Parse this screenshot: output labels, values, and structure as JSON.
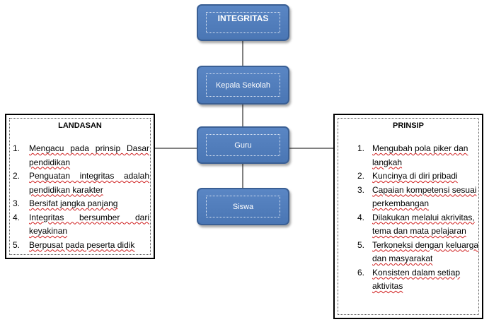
{
  "colors": {
    "node_fill": "#4f7cbd",
    "node_border": "#3a5f94",
    "node_text": "#ffffff",
    "connector": "#000000",
    "spellcheck_underline": "#d02020"
  },
  "chain": {
    "integritas": "INTEGRITAS",
    "kepala_sekolah": "Kepala Sekolah",
    "guru": "Guru",
    "siswa": "Siswa"
  },
  "landasan": {
    "title": "LANDASAN",
    "items": [
      {
        "num": "1.",
        "text": "Mengacu pada prinsip  Dasar pendidikan"
      },
      {
        "num": "2.",
        "text": "Penguatan integritas adalah pendidikan  karakter"
      },
      {
        "num": "3.",
        "text": "Bersifat jangka panjang"
      },
      {
        "num": "4.",
        "text": "Integritas  bersumber  dari keyakinan"
      },
      {
        "num": "5.",
        "text": "Berpusat  pada peserta didik"
      }
    ]
  },
  "prinsip": {
    "title": "PRINSIP",
    "items": [
      {
        "num": "1.",
        "text": "Mengubah pola piker dan langkah"
      },
      {
        "num": "2.",
        "text": "Kuncinya  di diri pribadi"
      },
      {
        "num": "3.",
        "text": "Capaian kompetensi sesuai perkembangan"
      },
      {
        "num": "4.",
        "text": "Dilakukan  melalui akrivitas,  tema dan mata pelajaran"
      },
      {
        "num": "5.",
        "text": "Terkoneksi  dengan keluarga  dan masyarakat"
      },
      {
        "num": "6.",
        "text": "Konsisten  dalam setiap aktivitas"
      }
    ]
  }
}
